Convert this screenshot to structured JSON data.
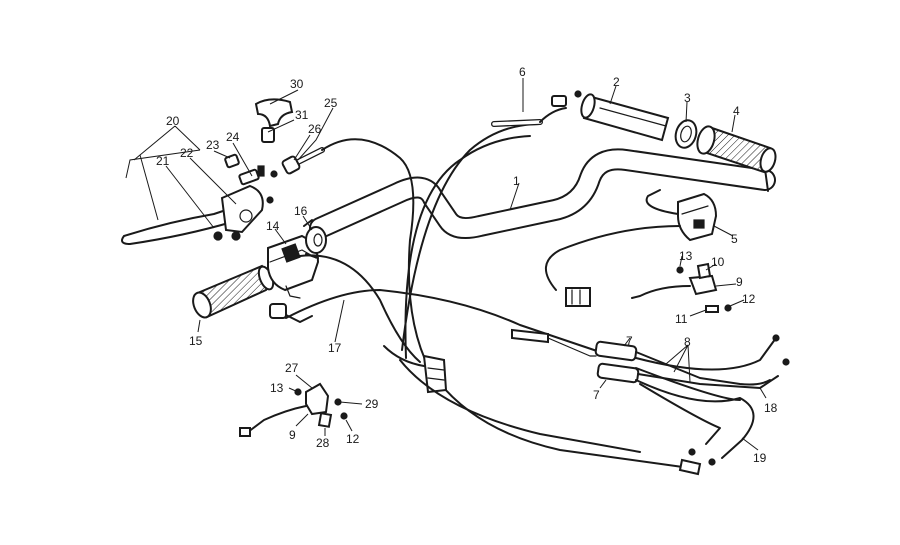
{
  "callouts": [
    "1",
    "2",
    "3",
    "4",
    "5",
    "6",
    "7",
    "7",
    "8",
    "9",
    "9",
    "10",
    "11",
    "12",
    "12",
    "13",
    "13",
    "14",
    "15",
    "16",
    "17",
    "18",
    "19",
    "20",
    "21",
    "22",
    "23",
    "24",
    "25",
    "26",
    "27",
    "28",
    "29",
    "30",
    "31"
  ]
}
